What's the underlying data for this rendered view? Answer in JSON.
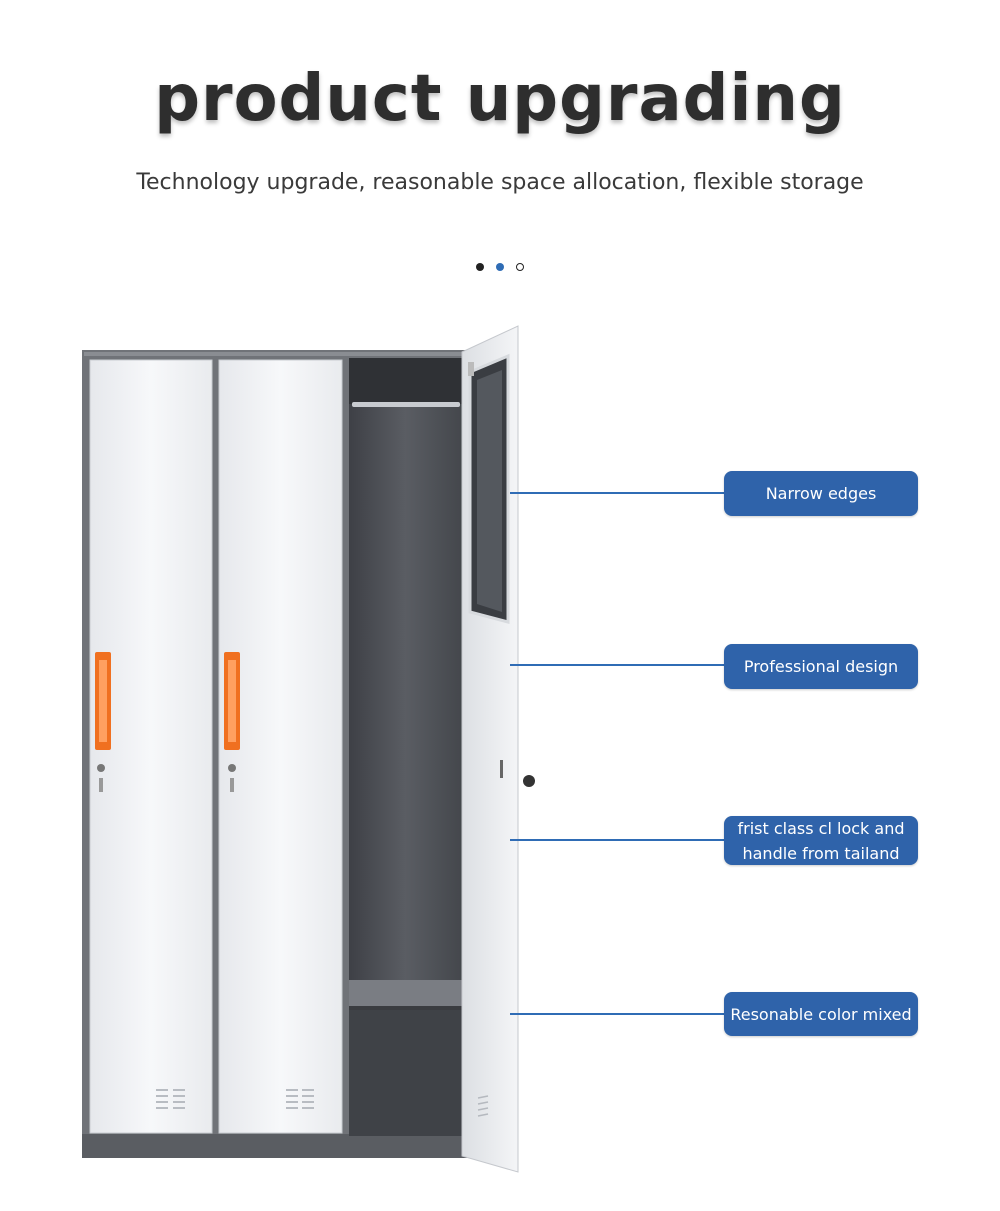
{
  "header": {
    "title": "product upgrading",
    "subtitle": "Technology upgrade, reasonable space allocation, flexible storage"
  },
  "pagination": {
    "count": 3,
    "active_index": 1
  },
  "callouts": [
    {
      "label": "Narrow edges"
    },
    {
      "label": "Professional design"
    },
    {
      "label_line1": "frist class cl lock and",
      "label_line2": "handle from tailand"
    },
    {
      "label": "Resonable color mixed"
    }
  ],
  "colors": {
    "accent": "#2f63aa",
    "cabinet_frame": "#6e7278",
    "door": "#f2f3f5",
    "handle": "#f07020"
  }
}
